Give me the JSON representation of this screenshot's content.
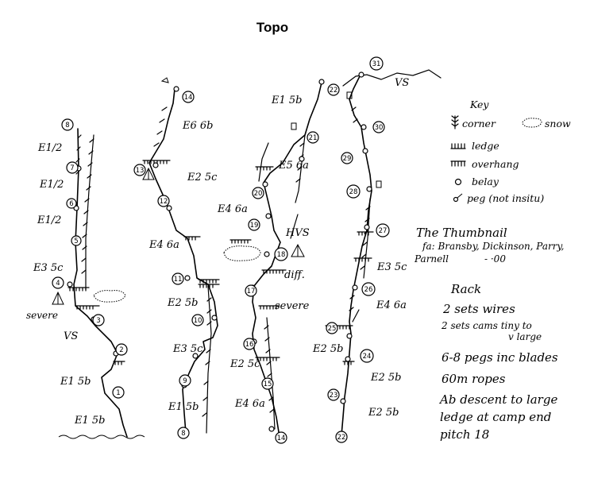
{
  "title": "Topo",
  "columns": [
    {
      "id": "col1",
      "pitches": [
        "8",
        "7",
        "6",
        "5",
        "4",
        "3",
        "2",
        "1"
      ],
      "grades": [
        "E1/2",
        "E1/2",
        "E1/2",
        "E3 5c",
        "severe",
        "VS",
        "E1 5b",
        "E1 5b"
      ]
    },
    {
      "id": "col2",
      "pitches": [
        "14",
        "13",
        "12",
        "11",
        "10",
        "9",
        "8"
      ],
      "grades": [
        "E6 6b",
        "E2 5c",
        "E4 6a",
        "E2 5b",
        "E3 5c",
        "E1 5b"
      ]
    },
    {
      "id": "col3",
      "pitches": [
        "22",
        "21",
        "20",
        "19",
        "18",
        "17",
        "16",
        "15",
        "14"
      ],
      "grades": [
        "E1 5b",
        "E5 6a",
        "E4 6a",
        "HVS",
        "diff.",
        "severe",
        "E2 5c",
        "E4 6a"
      ]
    },
    {
      "id": "col4",
      "pitches": [
        "31",
        "30",
        "29",
        "28",
        "27",
        "26",
        "25",
        "24",
        "23",
        "22"
      ],
      "grades": [
        "VS",
        "E3 5c",
        "E4 6a",
        "E2 5b",
        "E2 5b",
        "E2 5b"
      ]
    }
  ],
  "key": {
    "heading": "Key",
    "items": [
      {
        "symbol": "corner-icon",
        "label": "corner"
      },
      {
        "symbol": "snow-icon",
        "label": "snow"
      },
      {
        "symbol": "ledge-icon",
        "label": "ledge"
      },
      {
        "symbol": "overhang-icon",
        "label": "overhang"
      },
      {
        "symbol": "belay-icon",
        "label": "belay"
      },
      {
        "symbol": "peg-icon",
        "label": "peg (not insitu)"
      }
    ]
  },
  "route_note": {
    "name": "The Thumbnail",
    "line1": "fa: Bransby, Dickinson, Parry,",
    "line2": "Parnell",
    "line2_suffix": "- ·00"
  },
  "rack": {
    "heading": "Rack",
    "lines": [
      "2 sets wires",
      "2 sets cams tiny to",
      "v large",
      "6-8 pegs inc blades",
      "60m ropes",
      "Ab descent to large",
      "ledge at camp end",
      "pitch 18"
    ]
  }
}
